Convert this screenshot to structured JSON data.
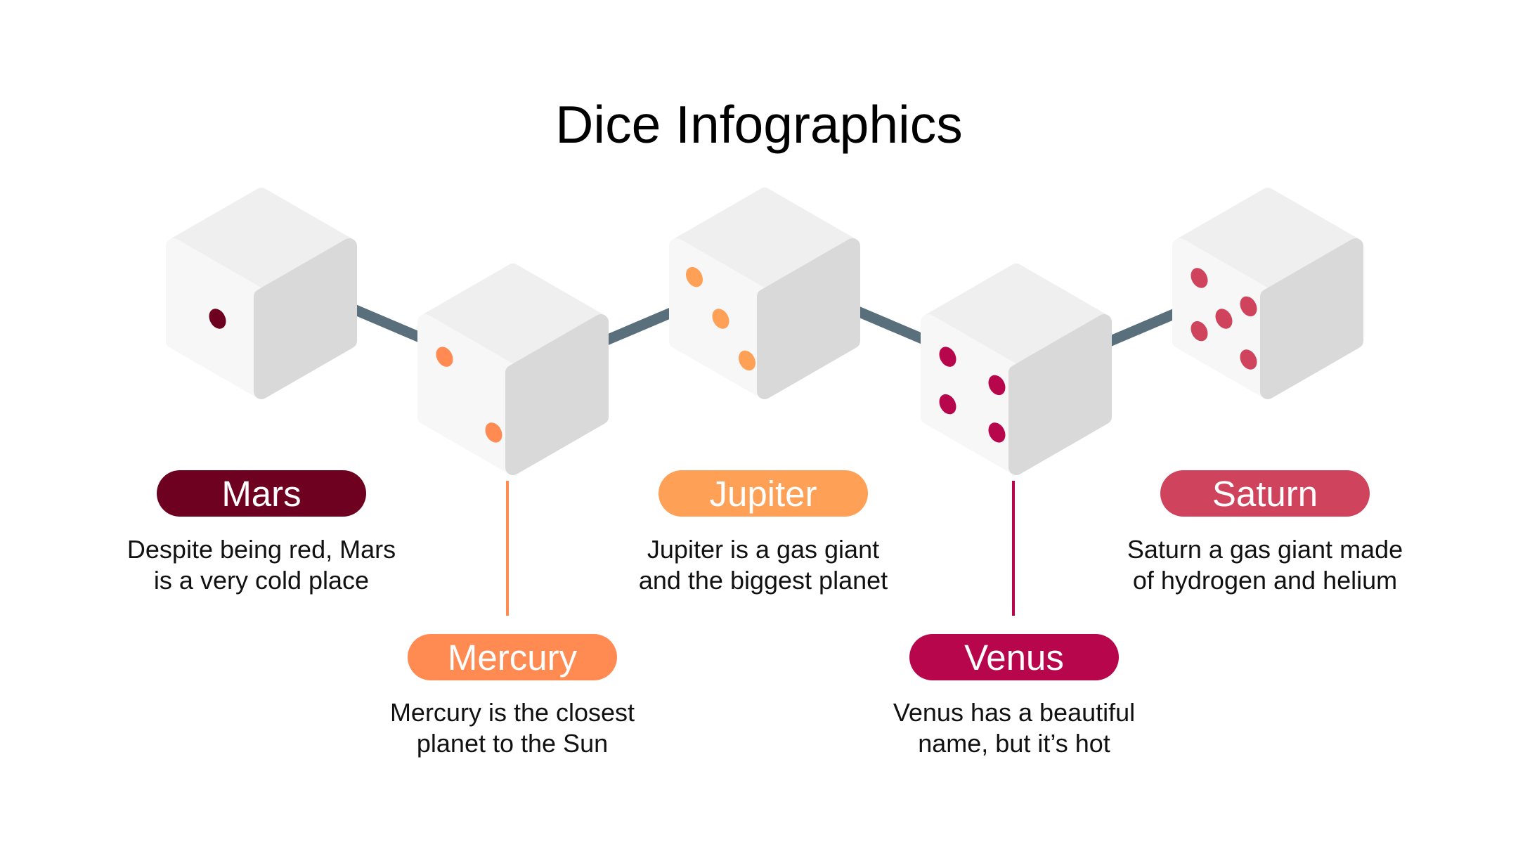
{
  "title": "Dice Infographics",
  "colors": {
    "mars": "#6e0020",
    "mercury": "#ff8a52",
    "jupiter": "#ffa057",
    "venus": "#b8064c",
    "saturn": "#d0435c",
    "connector": "#5a6f7c",
    "die_top": "#efefef",
    "die_front": "#f7f7f7",
    "die_side": "#d9d9d9"
  },
  "items": [
    {
      "name": "Mars",
      "pips": 1,
      "description": [
        "Despite being red, Mars",
        "is a very cold place"
      ]
    },
    {
      "name": "Mercury",
      "pips": 2,
      "description": [
        "Mercury is the closest",
        "planet to the Sun"
      ]
    },
    {
      "name": "Jupiter",
      "pips": 3,
      "description": [
        "Jupiter is a gas giant",
        "and the biggest planet"
      ]
    },
    {
      "name": "Venus",
      "pips": 4,
      "description": [
        "Venus has a beautiful",
        "name, but it’s hot"
      ]
    },
    {
      "name": "Saturn",
      "pips": 5,
      "description": [
        "Saturn a gas giant made",
        "of hydrogen and helium"
      ]
    }
  ]
}
